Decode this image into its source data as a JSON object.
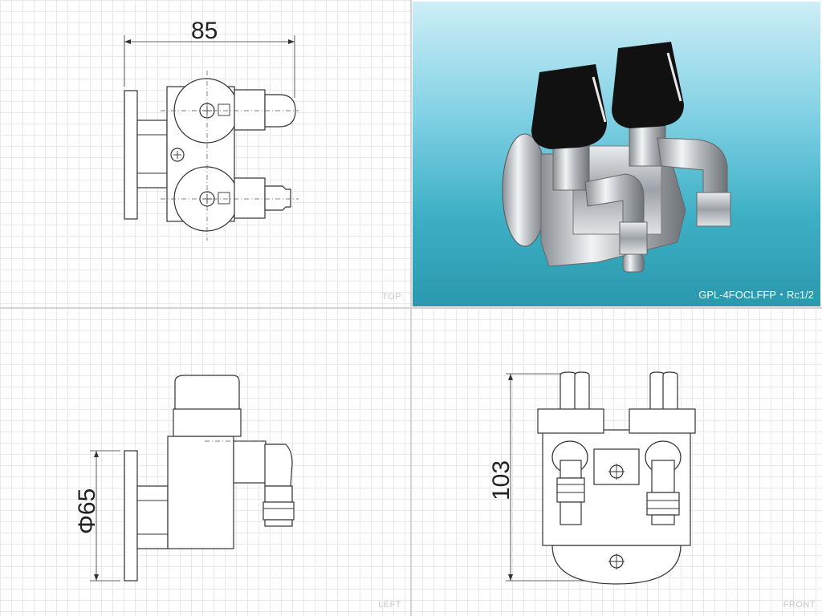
{
  "views": {
    "top": {
      "label": "TOP",
      "dimension": "85"
    },
    "left": {
      "label": "LEFT",
      "dimension": "Φ65"
    },
    "front": {
      "label": "FRONT",
      "dimension": "103"
    }
  },
  "photo": {
    "caption": "GPL-4FOCLFFP・Rc1/2",
    "colors": {
      "bg_top": "#cdeef6",
      "bg_bottom": "#2a98ad",
      "knob": "#111111",
      "chrome": "#c9ccd0"
    }
  }
}
